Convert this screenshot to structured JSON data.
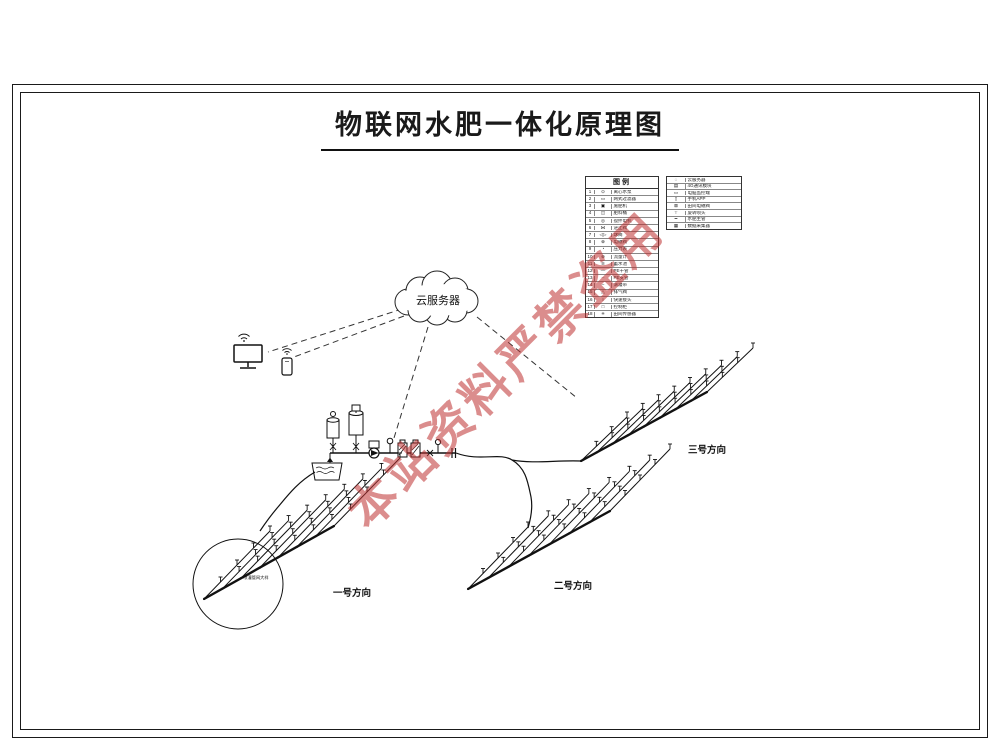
{
  "title": "物联网水肥一体化原理图",
  "watermark": "本站资料严禁盗用",
  "cloud": {
    "label": "云服务器"
  },
  "legend": {
    "header": "图例",
    "left_items": [
      {
        "num": "1",
        "sym": "⊙",
        "name": "离心水泵"
      },
      {
        "num": "2",
        "sym": "▭",
        "name": "网式过滤器"
      },
      {
        "num": "3",
        "sym": "▣",
        "name": "施肥机"
      },
      {
        "num": "4",
        "sym": "◫",
        "name": "肥料桶"
      },
      {
        "num": "5",
        "sym": "◎",
        "name": "搅拌电机"
      },
      {
        "num": "6",
        "sym": "⋈",
        "name": "逆止阀"
      },
      {
        "num": "7",
        "sym": "◁▷",
        "name": "球阀"
      },
      {
        "num": "8",
        "sym": "⊗",
        "name": "电磁阀"
      },
      {
        "num": "9",
        "sym": "◔",
        "name": "压力表"
      },
      {
        "num": "10",
        "sym": "⊕",
        "name": "流量计"
      },
      {
        "num": "11",
        "sym": "≋",
        "name": "蓄水池"
      },
      {
        "num": "12",
        "sym": "—",
        "name": "PE干管"
      },
      {
        "num": "13",
        "sym": "┈",
        "name": "PE支管"
      },
      {
        "num": "14",
        "sym": "╌",
        "name": "滴灌带"
      },
      {
        "num": "15",
        "sym": "△",
        "name": "排气阀"
      },
      {
        "num": "16",
        "sym": "○",
        "name": "快速接头"
      },
      {
        "num": "17",
        "sym": "□",
        "name": "控制柜"
      },
      {
        "num": "18",
        "sym": "✳",
        "name": "田间传感器"
      }
    ],
    "right_items": [
      {
        "sym": "◌",
        "name": "云服务器"
      },
      {
        "sym": "▤",
        "name": "4G通讯模块"
      },
      {
        "sym": "▭",
        "name": "电脑监控端"
      },
      {
        "sym": "▯",
        "name": "手机APP"
      },
      {
        "sym": "⊠",
        "name": "田间电磁阀"
      },
      {
        "sym": "⊤",
        "name": "旋转喷头"
      },
      {
        "sym": "━",
        "name": "水肥主管"
      },
      {
        "sym": "▦",
        "name": "数据采集器"
      }
    ]
  },
  "fields": [
    {
      "label": "一号方向"
    },
    {
      "label": "二号方向"
    },
    {
      "label": "三号方向"
    }
  ],
  "detail": {
    "note": "喷灌管网大样"
  },
  "colors": {
    "line": "#1a1a1a",
    "watermark": "#be3030"
  }
}
